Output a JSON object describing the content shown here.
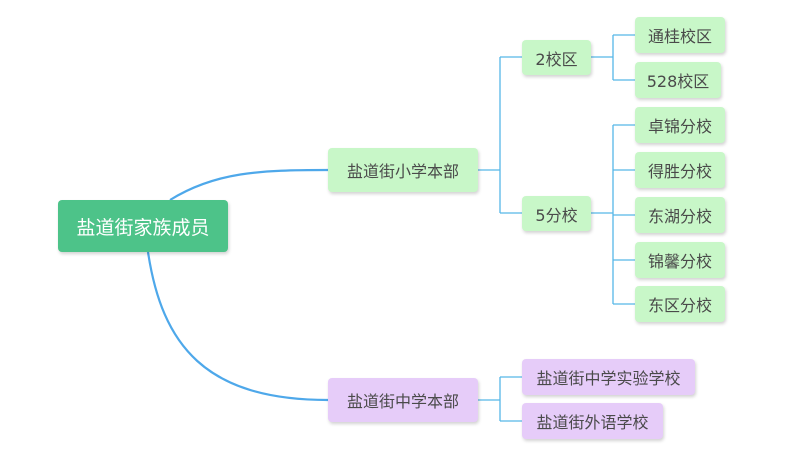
{
  "colors": {
    "root_fill": "#4dc389",
    "green_fill": "#c8f7c8",
    "purple_fill": "#e6ccf9",
    "main_link": "#4ea8ea",
    "sub_link": "#56b6e8"
  },
  "root": {
    "label": "盐道街家族成员"
  },
  "branches": {
    "primary": {
      "label": "盐道街小学本部",
      "campus": {
        "label": "2校区",
        "children": [
          "通桂校区",
          "528校区"
        ]
      },
      "branch": {
        "label": "5分校",
        "children": [
          "卓锦分校",
          "得胜分校",
          "东湖分校",
          "锦馨分校",
          "东区分校"
        ]
      }
    },
    "middle": {
      "label": "盐道街中学本部",
      "children": [
        "盐道街中学实验学校",
        "盐道街外语学校"
      ]
    }
  }
}
